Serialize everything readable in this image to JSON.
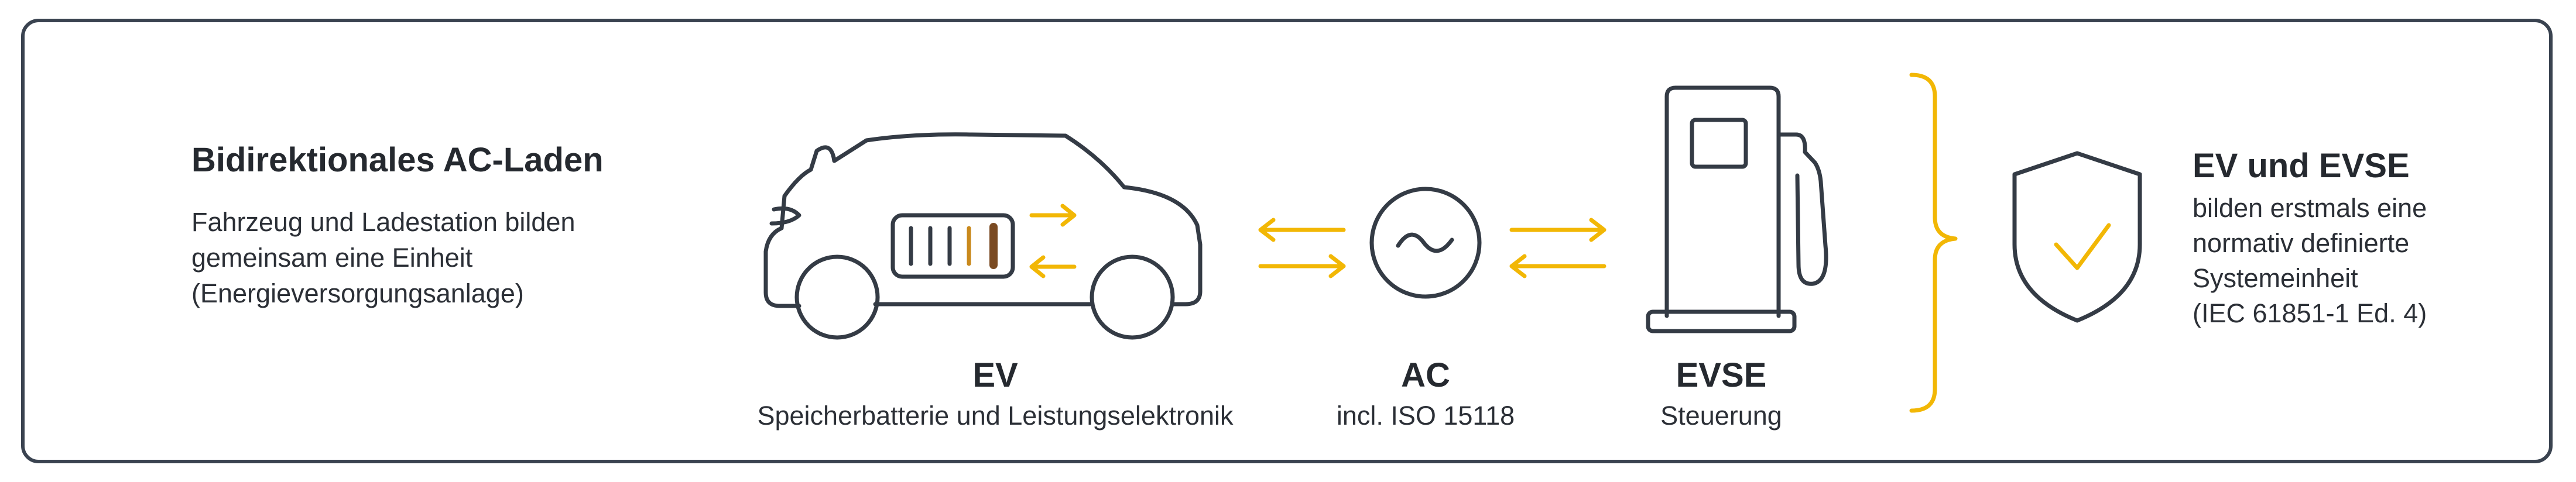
{
  "colors": {
    "outline": "#343b45",
    "accent": "#f2b705",
    "cell_amber": "#c9891c",
    "cell_brown": "#7a4a22",
    "frame": "#3a4350"
  },
  "intro": {
    "title": "Bidirektionales AC-Laden",
    "lines": [
      "Fahrzeug und Ladestation bilden",
      "gemeinsam eine Einheit",
      "(Energieversorgungsanlage)"
    ]
  },
  "nodes": {
    "ev": {
      "title": "EV",
      "subtitle": "Speicherbatterie und Leistungselektronik",
      "icon": "electric-car-icon"
    },
    "ac": {
      "title": "AC",
      "subtitle": "incl. ISO 15118",
      "icon": "ac-sine-icon"
    },
    "evse": {
      "title": "EVSE",
      "subtitle": "Steuerung",
      "icon": "charging-station-icon"
    }
  },
  "result": {
    "title": "EV und EVSE",
    "lines": [
      "bilden erstmals eine",
      "normativ definierte",
      "Systemeinheit",
      "(IEC 61851-1 Ed. 4)"
    ],
    "icon": "shield-check-icon"
  }
}
